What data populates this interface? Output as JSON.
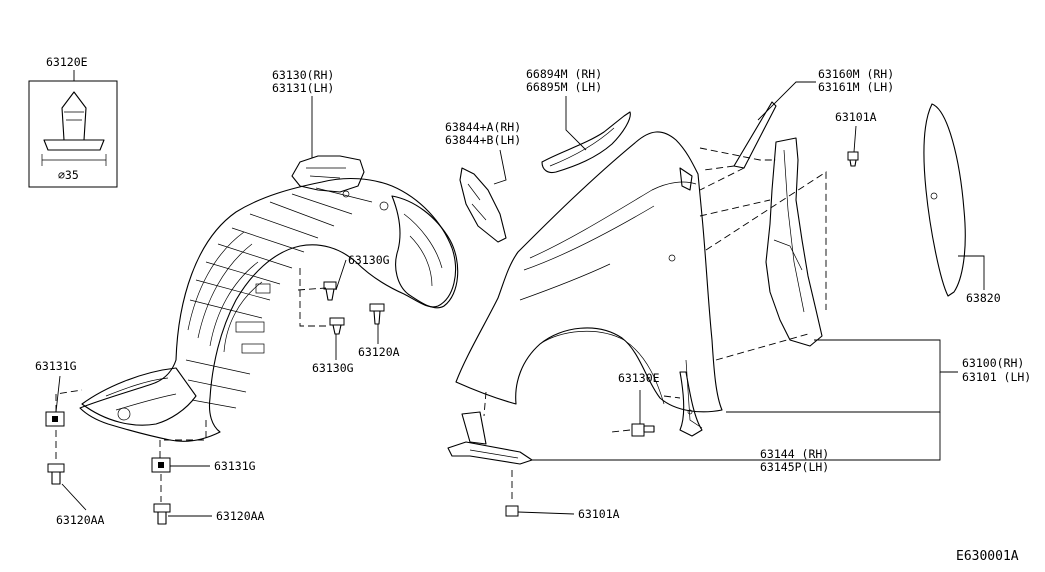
{
  "diagram_code": "E630001A",
  "detail_box": {
    "part_no": "63120E",
    "dimension": "⌀35"
  },
  "labels": {
    "l_63130_rh": "63130(RH)",
    "l_63131_lh": "63131(LH)",
    "l_63130g_1": "63130G",
    "l_63130g_2": "63130G",
    "l_63120a_1": "63120A",
    "l_63131g_left": "63131G",
    "l_63131g_mid": "63131G",
    "l_63120aa_left": "63120AA",
    "l_63120aa_mid": "63120AA",
    "l_63844a": "63844+A(RH)",
    "l_63844b": "63844+B(LH)",
    "l_66894m": "66894M (RH)",
    "l_66895m": "66895M (LH)",
    "l_63160m": "63160M (RH)",
    "l_63161m": "63161M (LH)",
    "l_63101a_top": "63101A",
    "l_63820": "63820",
    "l_63100": "63100(RH)",
    "l_63101": "63101 (LH)",
    "l_63130e": "63130E",
    "l_63144": "63144  (RH)",
    "l_63145p": "63145P(LH)",
    "l_63101a_bottom": "63101A"
  }
}
